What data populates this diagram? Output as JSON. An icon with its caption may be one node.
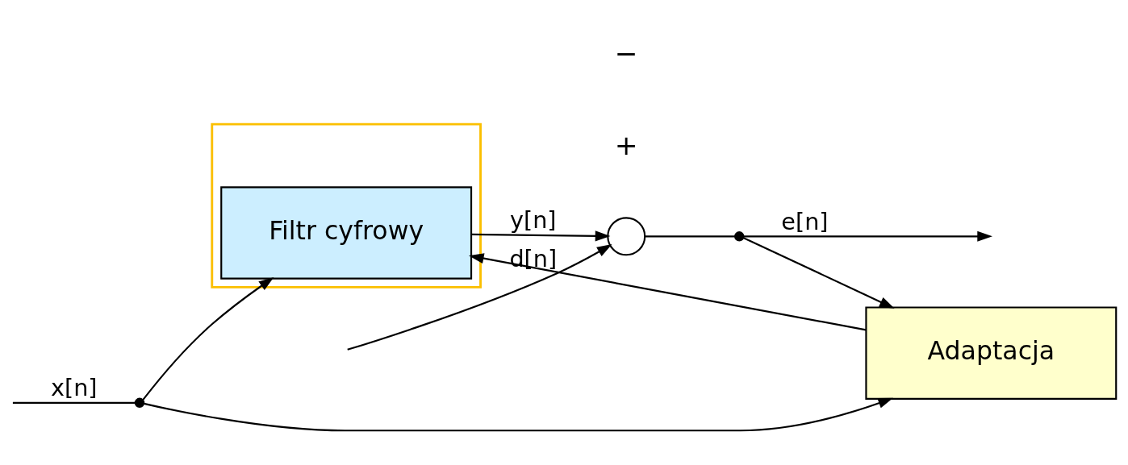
{
  "diagram": {
    "nodes": [
      {
        "text": [],
        "shape": "box"
      },
      {
        "text": [
          "Filtr cyfrowy"
        ],
        "in": 0
      },
      {
        "text": [],
        "shape": "circle"
      },
      {
        "text": [],
        "shape": "dot"
      },
      {
        "text": [],
        "shape": "dot"
      },
      {
        "text": [
          "Adaptacja"
        ]
      }
    ],
    "edges": [
      {
        "from": null,
        "to": 3,
        "arrow": "none",
        "label": "x[n]"
      },
      {
        "from": 3,
        "to": 1,
        "arrow": "to"
      },
      {
        "from": 1,
        "to": 2,
        "arrow": "to",
        "label": "y[n]"
      },
      {
        "from": null,
        "to": 2,
        "arrow": "to",
        "label": "d[n]"
      },
      {
        "from": 2,
        "to": 4,
        "arrow": "none"
      },
      {
        "from": 4,
        "to": null,
        "arrow": "to",
        "label": "e[n]"
      },
      {
        "from": 3,
        "to": 5,
        "arrow": "to"
      },
      {
        "from": 4,
        "to": 5,
        "arrow": "to"
      },
      {
        "from": 5,
        "to": 1,
        "arrow": "to"
      }
    ],
    "labels": [
      "+",
      "−"
    ]
  }
}
